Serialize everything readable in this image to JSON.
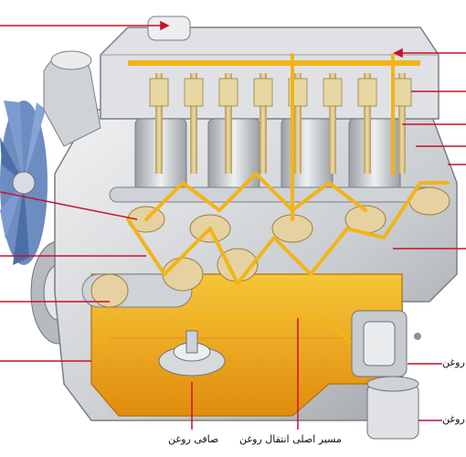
{
  "labels": {
    "oil_pump": "روغن",
    "oil_filter": "روغن",
    "oil_strainer": "صافی روغن",
    "main_oil_gallery": "مسیر اصلی انتقال روغن"
  },
  "colors": {
    "oil": "#f2b418",
    "oil_dark": "#d98b0a",
    "leader": "#c8102e",
    "metal": "#d7d9dc",
    "metal_dark": "#8e9297",
    "valve_spring": "#e8d9a6",
    "fan": "#6d8fc6"
  }
}
